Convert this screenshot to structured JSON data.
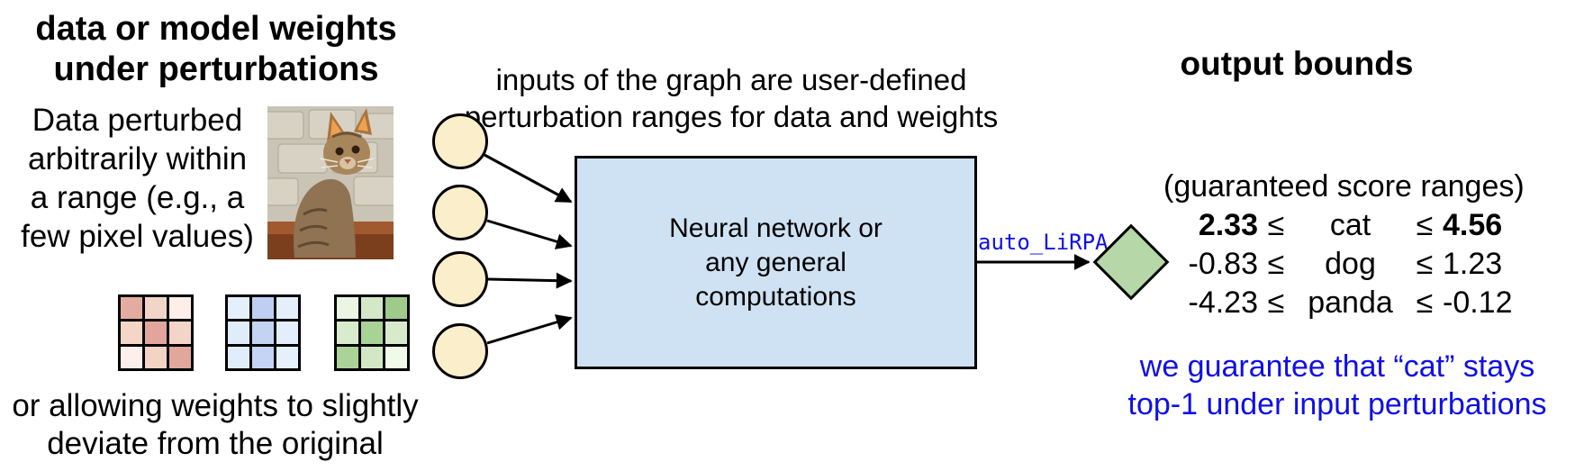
{
  "left": {
    "title_lines": [
      "data or model weights",
      "under perturbations"
    ],
    "desc_lines": [
      "Data perturbed",
      "arbitrarily within",
      "a range (e.g., a",
      "few pixel values)"
    ],
    "footer_lines": [
      "or allowing weights to slightly",
      "deviate from the original"
    ]
  },
  "middle": {
    "caption_lines": [
      "inputs of the graph are user-defined",
      "perturbation ranges for data and weights"
    ],
    "box_lines": [
      "Neural network or",
      "any general",
      "computations"
    ],
    "arrow_label": "auto_LiRPA"
  },
  "right": {
    "title": "output bounds",
    "subtitle": "(guaranteed score ranges)",
    "leq": "≤",
    "bounds": [
      {
        "lower": "2.33",
        "label": "cat",
        "upper": "4.56",
        "bold": true
      },
      {
        "lower": "-0.83",
        "label": "dog",
        "upper": "1.23",
        "bold": false
      },
      {
        "lower": "-4.23",
        "label": "panda",
        "upper": "-0.12",
        "bold": false
      }
    ],
    "footer_lines": [
      "we guarantee that “cat” stays",
      "top-1 under input perturbations"
    ]
  },
  "colors": {
    "box_fill": "#cfe2f3",
    "circle_fill": "#fbeecb",
    "diamond_fill": "#b6d7a8",
    "accent_blue": "#0f0fe8",
    "outline": "#000000"
  },
  "grids": {
    "red": [
      [
        "#e4aca1",
        "#f2d5c8",
        "#fdeee8"
      ],
      [
        "#f3d6c6",
        "#e2a59b",
        "#f3d4c8"
      ],
      [
        "#fdf0ec",
        "#f2d3c4",
        "#e0a79b"
      ]
    ],
    "blue": [
      [
        "#e3effb",
        "#becff2",
        "#e3effb"
      ],
      [
        "#dfecfa",
        "#c3d4f3",
        "#e2eefb"
      ],
      [
        "#e0edfa",
        "#c3d4f4",
        "#e4f0fb"
      ]
    ],
    "green": [
      [
        "#eaf6e3",
        "#d3e8c7",
        "#9fcb8a"
      ],
      [
        "#d8ebcc",
        "#a9d295",
        "#d7eacb"
      ],
      [
        "#abd397",
        "#d3e7c6",
        "#effae9"
      ]
    ]
  }
}
